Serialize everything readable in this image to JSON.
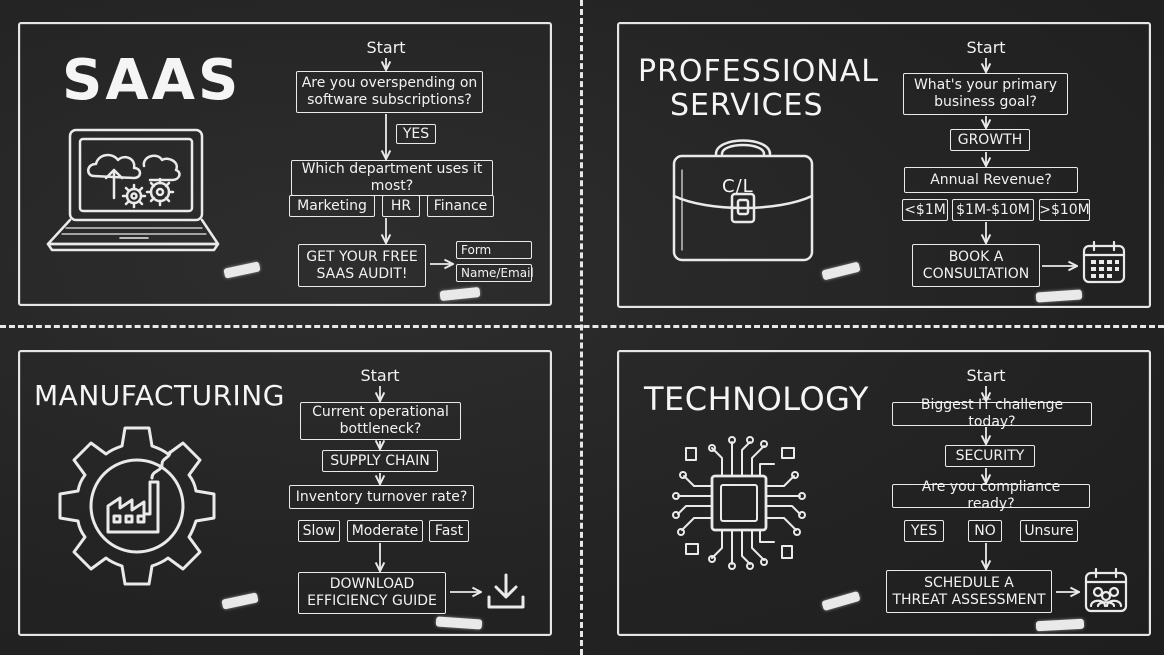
{
  "panels": {
    "saas": {
      "title": "SAAS",
      "start": "Start",
      "q1": "Are you overspending on\nsoftware subscriptions?",
      "yes": "YES",
      "q2": "Which department uses it\nmost?",
      "opt_marketing": "Marketing",
      "opt_hr": "HR",
      "opt_finance": "Finance",
      "cta": "GET YOUR FREE\nSAAS AUDIT!",
      "form": "Form",
      "name_email": "Name/Email",
      "icon": "laptop-cloud-gears-icon"
    },
    "professional": {
      "title_line1": "PROFESSIONAL",
      "title_line2": "SERVICES",
      "start": "Start",
      "q1": "What's your primary\nbusiness goal?",
      "growth": "GROWTH",
      "q2": "Annual Revenue?",
      "opt_1": "<$1M",
      "opt_2": "$1M-$10M",
      "opt_3": ">$10M",
      "cta": "BOOK A\nCONSULTATION",
      "briefcase_label": "C/L",
      "icon": "briefcase-icon"
    },
    "manufacturing": {
      "title": "MANUFACTURING",
      "start": "Start",
      "q1": "Current operational\nbottleneck?",
      "supply": "SUPPLY CHAIN",
      "q2": "Inventory turnover rate?",
      "opt_slow": "Slow",
      "opt_moderate": "Moderate",
      "opt_fast": "Fast",
      "cta": "DOWNLOAD\nEFFICIENCY GUIDE",
      "icon": "gear-factory-icon"
    },
    "technology": {
      "title": "TECHNOLOGY",
      "start": "Start",
      "q1": "Biggest IT challenge today?",
      "security": "SECURITY",
      "q2": "Are you compliance ready?",
      "opt_yes": "YES",
      "opt_no": "NO",
      "opt_unsure": "Unsure",
      "cta": "SCHEDULE A\nTHREAT ASSESSMENT",
      "icon": "circuit-chip-icon"
    }
  },
  "colors": {
    "board": "#262626",
    "chalk": "#eaeaea"
  }
}
